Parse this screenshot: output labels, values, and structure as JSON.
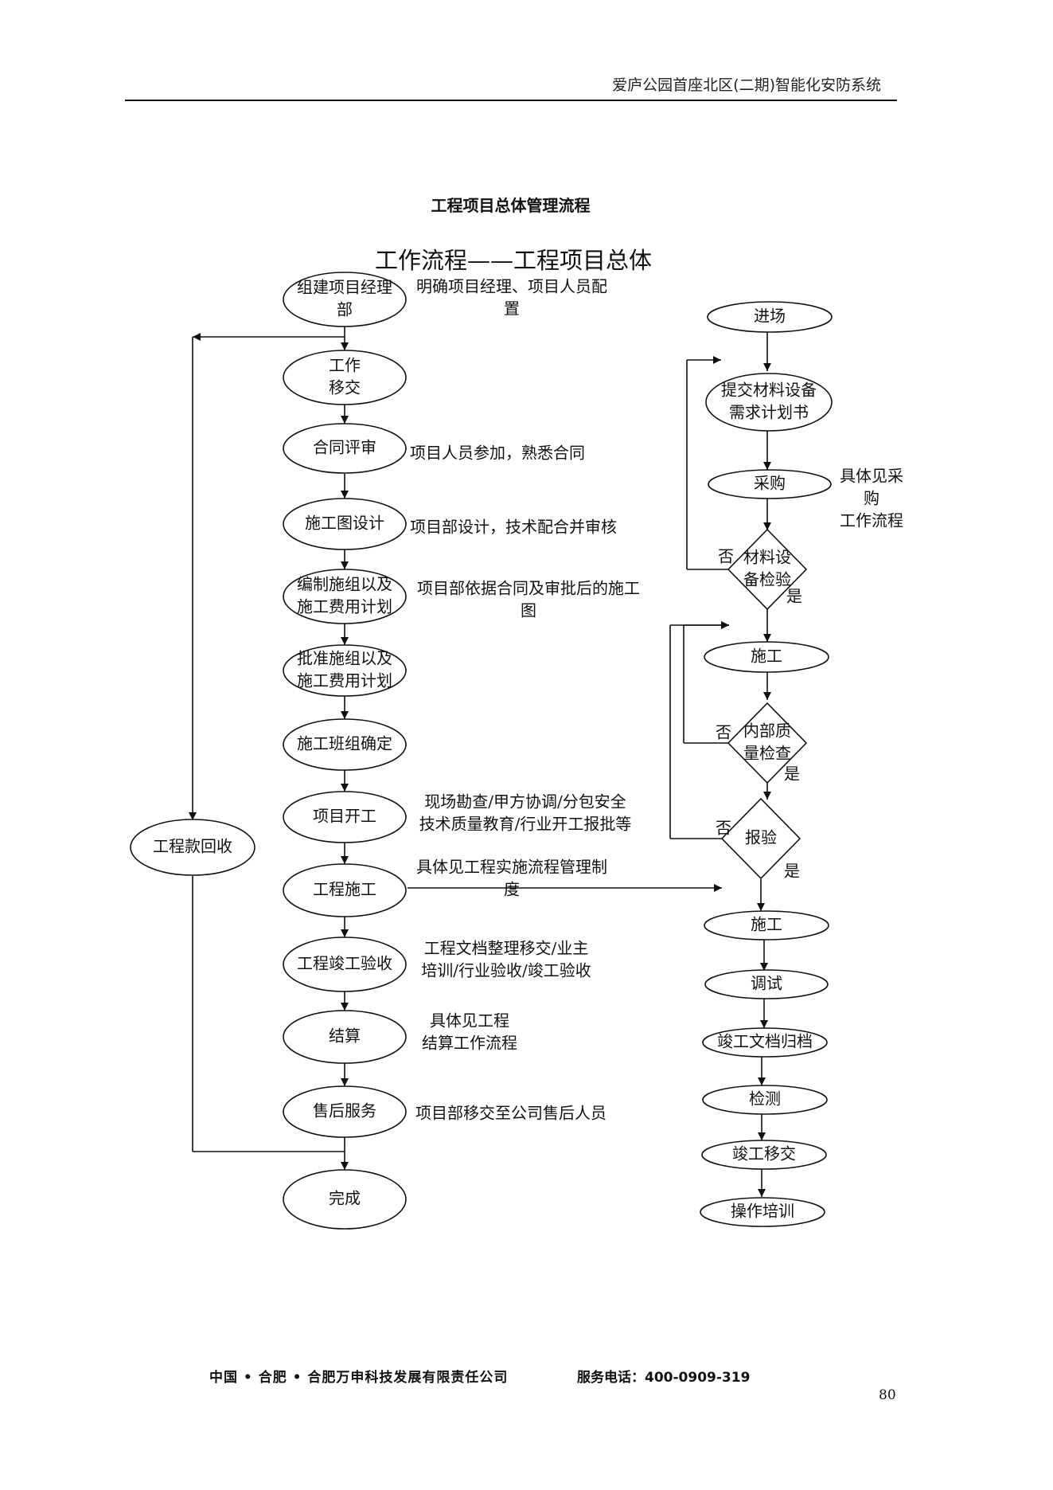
{
  "header": {
    "doc_name": "爱庐公园首座北区(二期)智能化安防系统"
  },
  "page_title": "工程项目总体管理流程",
  "diagram": {
    "title": "工作流程——工程项目总体",
    "left": {
      "n1": [
        "组建项目经理",
        "部"
      ],
      "n2": [
        "工作",
        "移交"
      ],
      "n3": [
        "合同评审"
      ],
      "n4": [
        "施工图设计"
      ],
      "n5": [
        "编制施组以及",
        "施工费用计划"
      ],
      "n6": [
        "批准施组以及",
        "施工费用计划"
      ],
      "n7": [
        "施工班组确定"
      ],
      "n8": [
        "项目开工"
      ],
      "n9": [
        "工程施工"
      ],
      "n10": [
        "工程竣工验收"
      ],
      "n11": [
        "结算"
      ],
      "n12": [
        "售后服务"
      ],
      "n13": [
        "完成"
      ],
      "collect": [
        "工程款回收"
      ]
    },
    "notes": {
      "a1": [
        "明确项目经理、项目人员配",
        "置"
      ],
      "a3": [
        "项目人员参加，熟悉合同"
      ],
      "a4": [
        "项目部设计，技术配合并审核"
      ],
      "a5": [
        "项目部依据合同及审批后的施工",
        "图"
      ],
      "a8": [
        "现场勘查/甲方协调/分包安全",
        "技术质量教育/行业开工报批等"
      ],
      "a9": [
        "具体见工程实施流程管理制",
        "度"
      ],
      "a10": [
        "工程文档整理移交/业主",
        "培训/行业验收/竣工验收"
      ],
      "a11": [
        "具体见工程",
        "结算工作流程"
      ],
      "a12": [
        "项目部移交至公司售后人员"
      ],
      "purchase": [
        "具体见采",
        "购",
        "工作流程"
      ]
    },
    "right": {
      "r1": [
        "进场"
      ],
      "r2": [
        "提交材料设备",
        "需求计划书"
      ],
      "r3": [
        "采购"
      ],
      "d1": [
        "材料设",
        "备检验"
      ],
      "r4": [
        "施工"
      ],
      "d2": [
        "内部质",
        "量检查"
      ],
      "d3": [
        "报验"
      ],
      "r5": [
        "施工"
      ],
      "r6": [
        "调试"
      ],
      "r7": [
        "竣工文档归档"
      ],
      "r8": [
        "检测"
      ],
      "r9": [
        "竣工移交"
      ],
      "r10": [
        "操作培训"
      ]
    },
    "labels": {
      "no": "否",
      "yes": "是"
    }
  },
  "footer": {
    "company": "中国 • 合肥 • 合肥万申科技发展有限责任公司",
    "phone": "服务电话：400-0909-319",
    "page_number": "80"
  }
}
